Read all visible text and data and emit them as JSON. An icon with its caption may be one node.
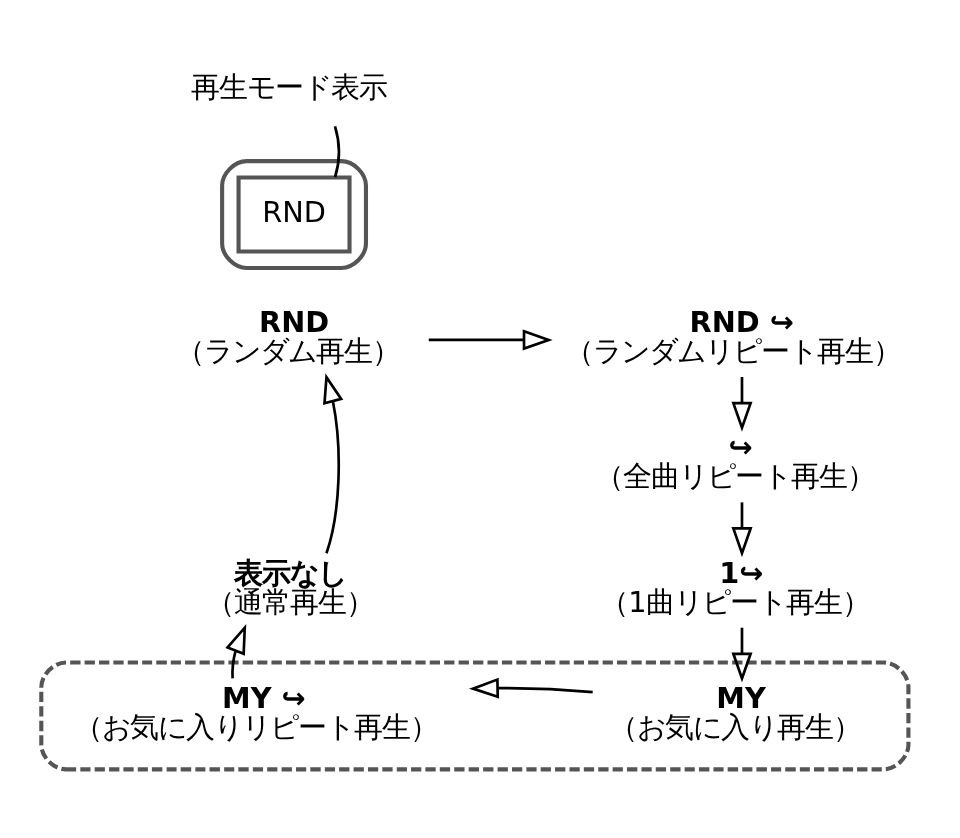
{
  "diagram": {
    "nodes": [
      {
        "text": [],
        "shape": "box"
      },
      {
        "text": [
          "RND"
        ],
        "in": 0
      },
      {
        "text": [
          "再生モード表示"
        ]
      },
      {
        "text": [
          "RND",
          "（ランダム再生）"
        ]
      },
      {
        "text": [
          "RND ↪",
          "（ランダムリピート再生）"
        ]
      },
      {
        "text": [
          "↪",
          "（全曲リピート再生）"
        ]
      },
      {
        "text": [
          "1↪",
          "（1曲リピート再生）"
        ]
      },
      {
        "text": [],
        "shape": "box"
      },
      {
        "text": [
          "MY ↪",
          "（お気に入りリピート再生）"
        ],
        "in": 7
      },
      {
        "text": [
          "MY",
          "（お気に入り再生）"
        ],
        "in": 7
      },
      {
        "text": [
          "表示なし",
          "（通常再生）"
        ]
      }
    ],
    "edges": [
      {
        "from": 2,
        "to": 1,
        "arrow": "none"
      },
      {
        "from": 3,
        "to": 4,
        "arrow": "to"
      },
      {
        "from": 4,
        "to": 5,
        "arrow": "to"
      },
      {
        "from": 5,
        "to": 6,
        "arrow": "to"
      },
      {
        "from": 6,
        "to": 9,
        "arrow": "to"
      },
      {
        "from": 9,
        "to": 8,
        "arrow": "to"
      },
      {
        "from": 8,
        "to": 10,
        "arrow": "to"
      },
      {
        "from": 10,
        "to": 3,
        "arrow": "to"
      }
    ]
  }
}
